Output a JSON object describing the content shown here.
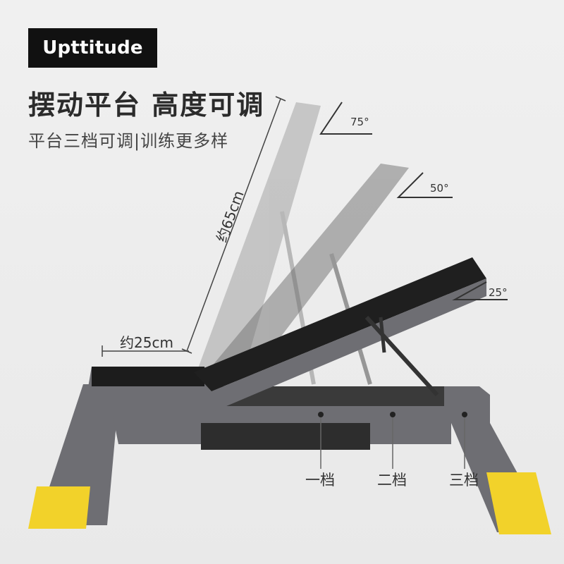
{
  "brand": {
    "logo_text": "Upttitude"
  },
  "headline": {
    "title": "摆动平台 高度可调",
    "subtitle": "平台三档可调|训练更多样"
  },
  "angles": [
    "75°",
    "50°",
    "25°"
  ],
  "dimensions": {
    "length": "约65cm",
    "width": "约25cm"
  },
  "gears": [
    "一档",
    "二档",
    "三档"
  ],
  "colors": {
    "platform_gray": "#6e6e73",
    "leg_yellow": "#f2d22a",
    "deck_black": "#1c1c1c",
    "logo_bg": "#111111"
  },
  "product": {
    "name": "adjustable step platform",
    "icons": [
      "angle-25-icon",
      "angle-50-icon",
      "angle-75-icon"
    ]
  }
}
